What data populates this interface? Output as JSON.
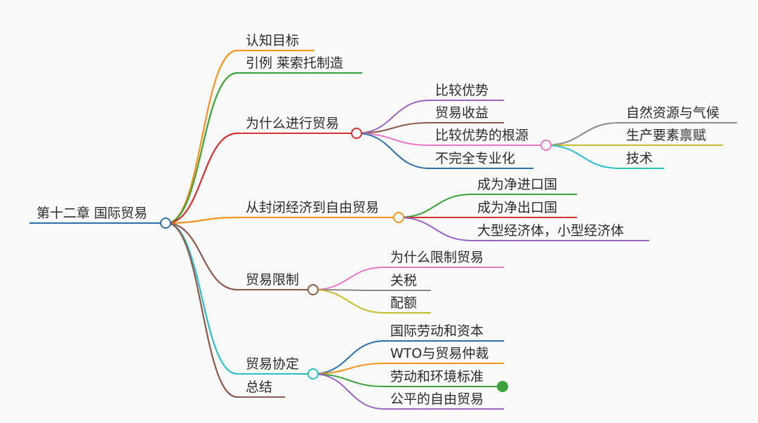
{
  "root": {
    "label": "第十二章 国际贸易",
    "color": "#2f6fa8"
  },
  "colors": {
    "orange": "#f7931e",
    "green": "#3aa23a",
    "red": "#d43232",
    "brown": "#8c5a4a",
    "cyan": "#2bbdc9",
    "purple": "#9b63c2",
    "pink": "#e878c6",
    "olive": "#c8bd2f",
    "gray": "#8a8a8a",
    "blue": "#2f6fa8"
  },
  "branches": [
    {
      "label": "认知目标",
      "color": "orange",
      "children": []
    },
    {
      "label": "引例 莱索托制造",
      "color": "green",
      "children": []
    },
    {
      "label": "为什么进行贸易",
      "color": "red",
      "children": [
        {
          "label": "比较优势",
          "color": "purple",
          "children": []
        },
        {
          "label": "贸易收益",
          "color": "brown",
          "children": []
        },
        {
          "label": "比较优势的根源",
          "color": "pink",
          "children": [
            {
              "label": "自然资源与气候",
              "color": "gray"
            },
            {
              "label": "生产要素禀赋",
              "color": "olive"
            },
            {
              "label": "技术",
              "color": "cyan"
            }
          ]
        },
        {
          "label": "不完全专业化",
          "color": "blue",
          "children": []
        }
      ]
    },
    {
      "label": "从封闭经济到自由贸易",
      "color": "orange",
      "children": [
        {
          "label": "成为净进口国",
          "color": "green",
          "children": []
        },
        {
          "label": "成为净出口国",
          "color": "red",
          "children": []
        },
        {
          "label": "大型经济体，小型经济体",
          "color": "purple",
          "children": []
        }
      ]
    },
    {
      "label": "贸易限制",
      "color": "brown",
      "children": [
        {
          "label": "为什么限制贸易",
          "color": "pink",
          "children": []
        },
        {
          "label": "关税",
          "color": "gray",
          "children": []
        },
        {
          "label": "配额",
          "color": "olive",
          "children": []
        }
      ]
    },
    {
      "label": "贸易协定",
      "color": "cyan",
      "children": [
        {
          "label": "国际劳动和资本",
          "color": "blue",
          "children": []
        },
        {
          "label": "WTO与贸易仲裁",
          "color": "orange",
          "children": []
        },
        {
          "label": "劳动和环境标准",
          "color": "green",
          "children": []
        },
        {
          "label": "公平的自由贸易",
          "color": "purple",
          "children": []
        }
      ]
    },
    {
      "label": "总结",
      "color": "brown",
      "children": []
    }
  ]
}
